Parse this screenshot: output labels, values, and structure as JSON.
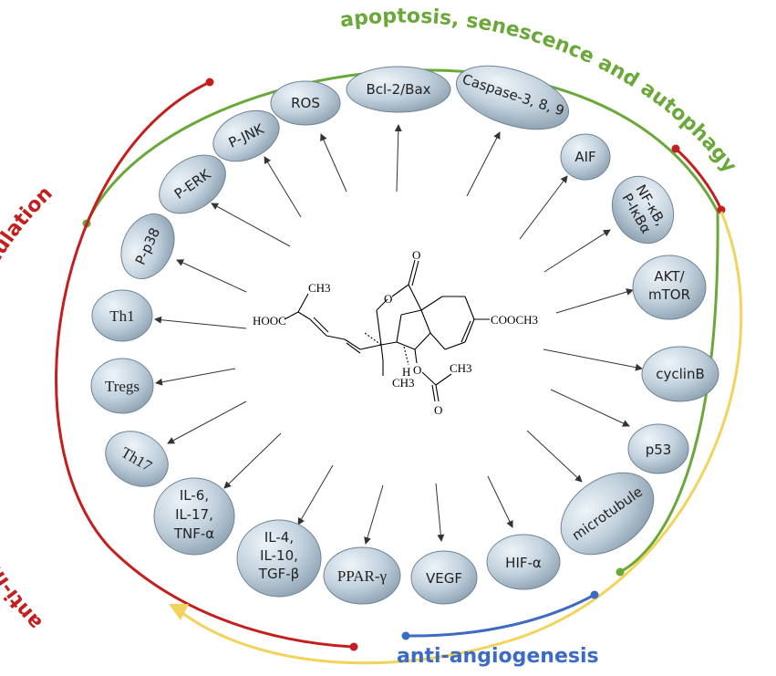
{
  "diagram": {
    "arcs": {
      "apoptosis_label": "apoptosis, senescence and autophagy",
      "inflammation_label": "anti-inflammation and immunomodulation",
      "angiogenesis_label": "anti-angiogenesis",
      "colors": {
        "green": "#6aa83a",
        "red": "#c41e1e",
        "yellow": "#f2d35c",
        "blue": "#3d6ac4"
      }
    },
    "nodes": {
      "ros": "ROS",
      "bcl2_bax": "Bcl-2/Bax",
      "caspase": "Caspase-3, 8, 9",
      "aif": "AIF",
      "nfkb_1": "NF-κB,",
      "nfkb_2": "P-IκBα",
      "akt_1": "AKT/",
      "akt_2": "mTOR",
      "cyclinb": "cyclinB",
      "p53": "p53",
      "microtubule": "microtubule",
      "hif": "HIF-α",
      "vegf": "VEGF",
      "ppar": "PPAR-γ",
      "il4_1": "IL-4,",
      "il4_2": "IL-10,",
      "il4_3": "TGF-β",
      "il6_1": "IL-6,",
      "il6_2": "IL-17,",
      "il6_3": "TNF-α",
      "th17": "Th17",
      "tregs": "Tregs",
      "th1": "Th1",
      "pp38": "P-p38",
      "perk": "P-ERK",
      "pjnk": "P-JNK"
    },
    "molecule": {
      "ch3_top": "CH3",
      "hooc": "HOOC",
      "cooch3": "COOCH3",
      "o_top": "O",
      "o_ring": "O",
      "o_acetate": "O",
      "o_carbonyl": "O",
      "ch3_acetyl": "CH3",
      "h": "H",
      "ch3_bottom": "CH3"
    }
  }
}
